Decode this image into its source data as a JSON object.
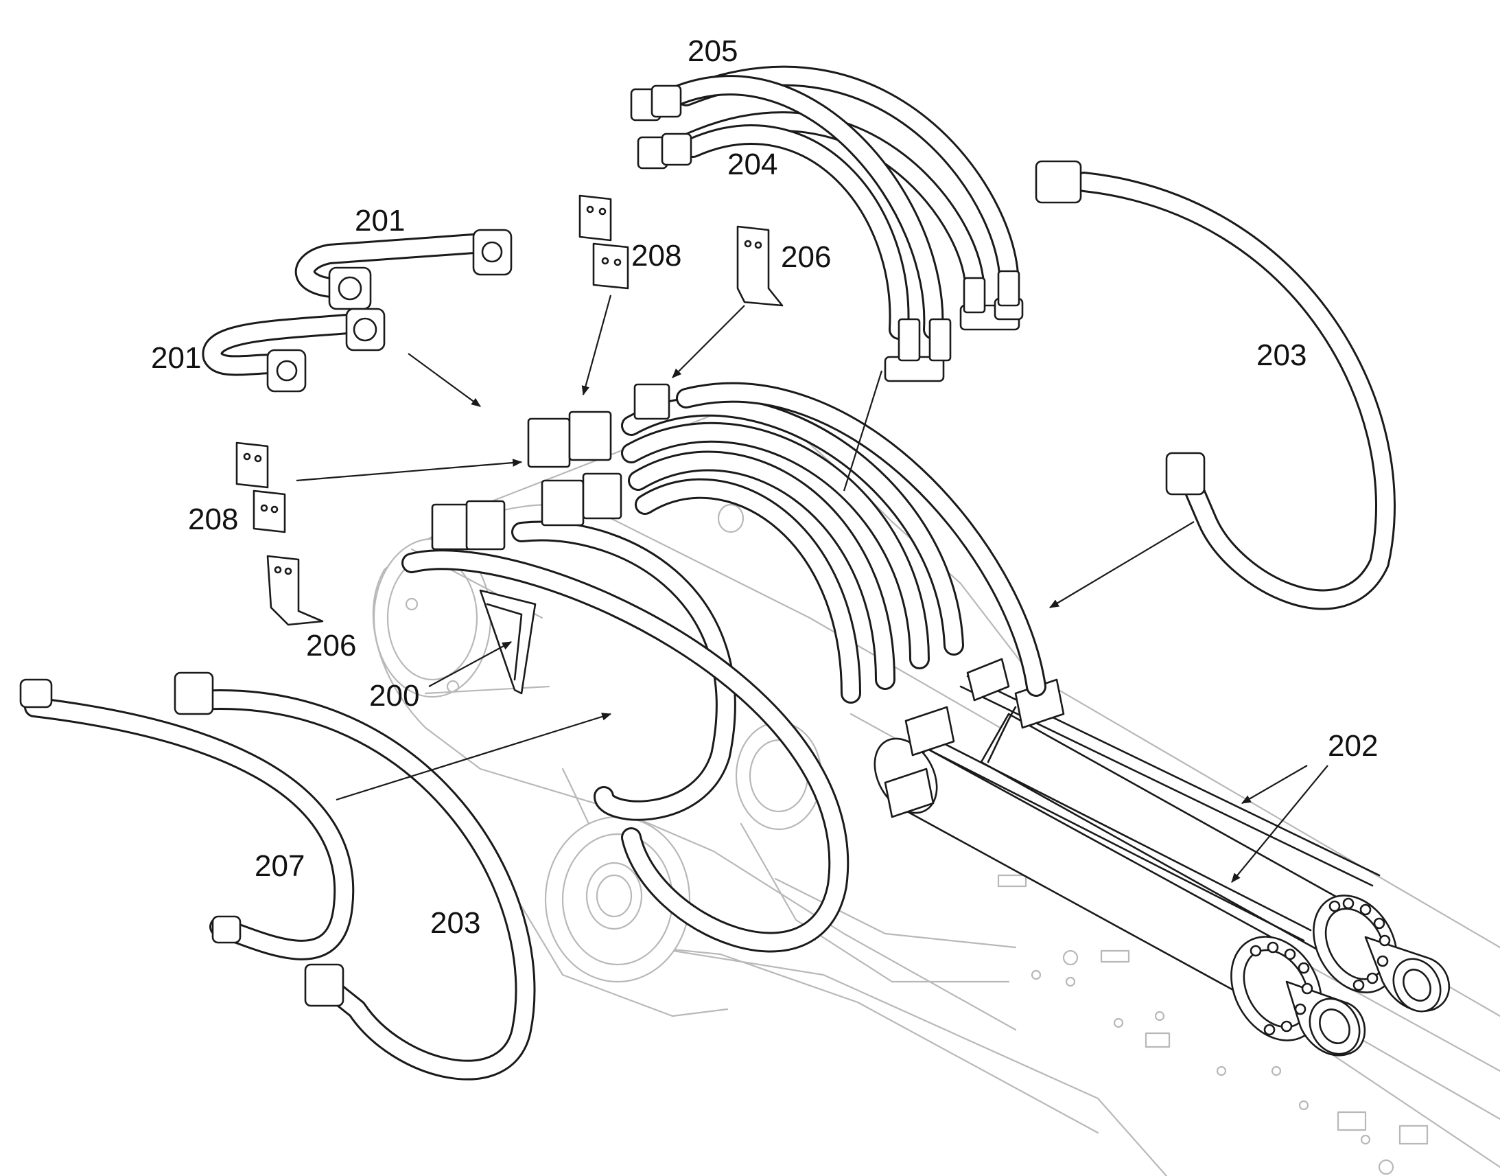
{
  "labels": {
    "l205": "205",
    "l204": "204",
    "l201a": "201",
    "l201b": "201",
    "l208a": "208",
    "l208b": "208",
    "l206a": "206",
    "l206b": "206",
    "l203a": "203",
    "l203b": "203",
    "l200": "200",
    "l207": "207",
    "l202": "202"
  },
  "colors": {
    "ink": "#1a1a1a",
    "ghost": "#b8b8b8",
    "background": "#ffffff"
  }
}
